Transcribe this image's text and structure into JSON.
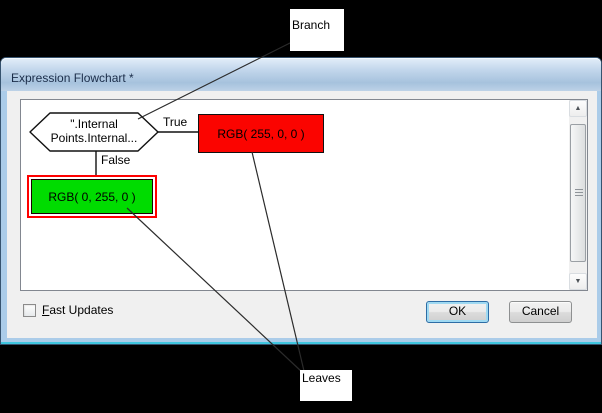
{
  "annotations": {
    "branch_label": "Branch",
    "leaves_label": "Leaves"
  },
  "dialog": {
    "title": "Expression Flowchart *"
  },
  "flowchart": {
    "branch_node": {
      "line1": "\".Internal",
      "line2": "Points.Internal..."
    },
    "true_edge_label": "True",
    "false_edge_label": "False",
    "true_node": {
      "label": "RGB( 255, 0, 0 )",
      "fill_color": "#fb0400"
    },
    "false_node": {
      "label": "RGB( 0, 255, 0 )",
      "fill_color": "#00dc00",
      "selected": true,
      "selection_outline_color": "#ff0000"
    }
  },
  "icons": {
    "scroll_up": "▲",
    "scroll_down": "▼"
  },
  "footer": {
    "checkbox": {
      "accel": "F",
      "rest": "ast Updates",
      "checked": false
    },
    "ok_label": "OK",
    "cancel_label": "Cancel"
  },
  "colors": {
    "titlebar_blue": "#a6c2dd",
    "window_border_blue": "#abcce9",
    "window_border_glow": "#3fc6df",
    "client_gray": "#f0f0f0"
  }
}
